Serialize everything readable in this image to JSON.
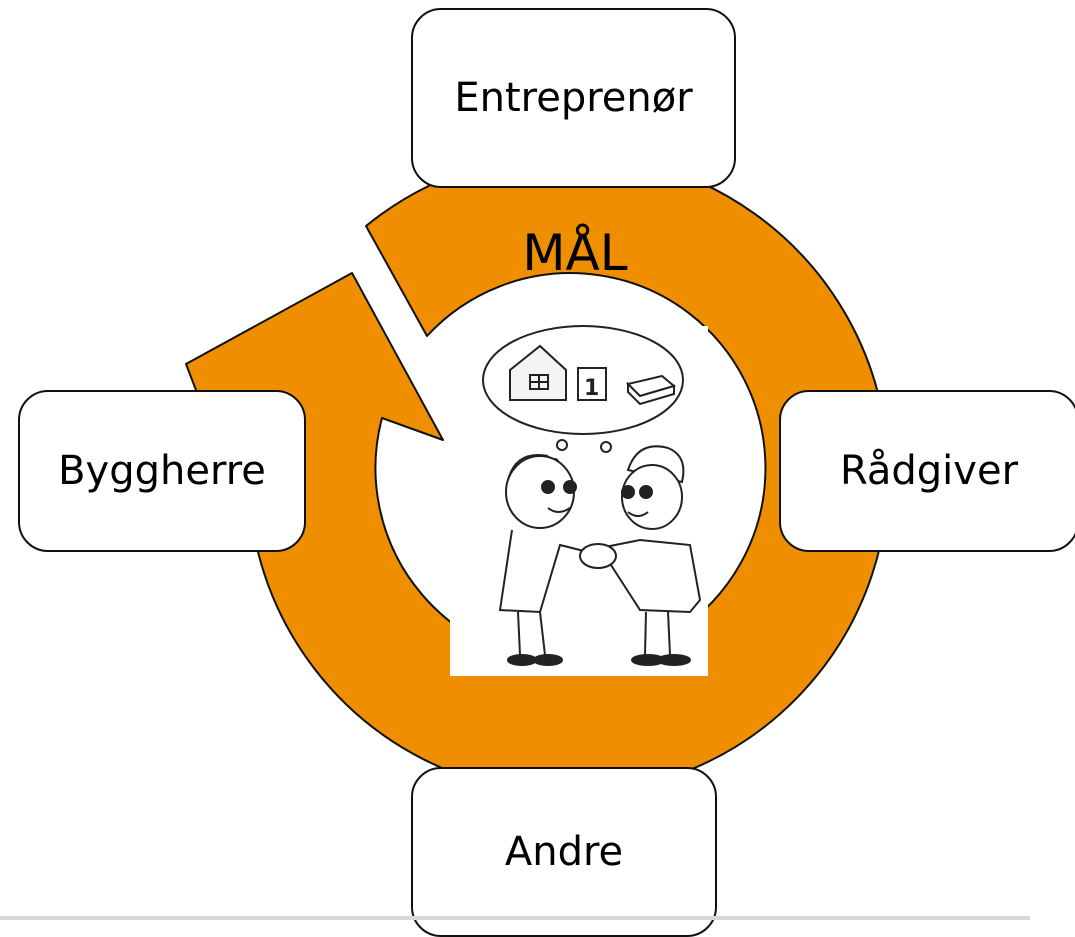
{
  "colors": {
    "cycle_fill": "#ef8f00",
    "cycle_stroke": "#111111",
    "box_fill": "#ffffff",
    "box_stroke": "#111111"
  },
  "goal": {
    "label": "MÅL"
  },
  "nodes": {
    "top": "Entreprenør",
    "right": "Rådgiver",
    "left": "Byggherre",
    "bottom": "Andre"
  },
  "illustration": {
    "icon": "handshake-illustration"
  }
}
